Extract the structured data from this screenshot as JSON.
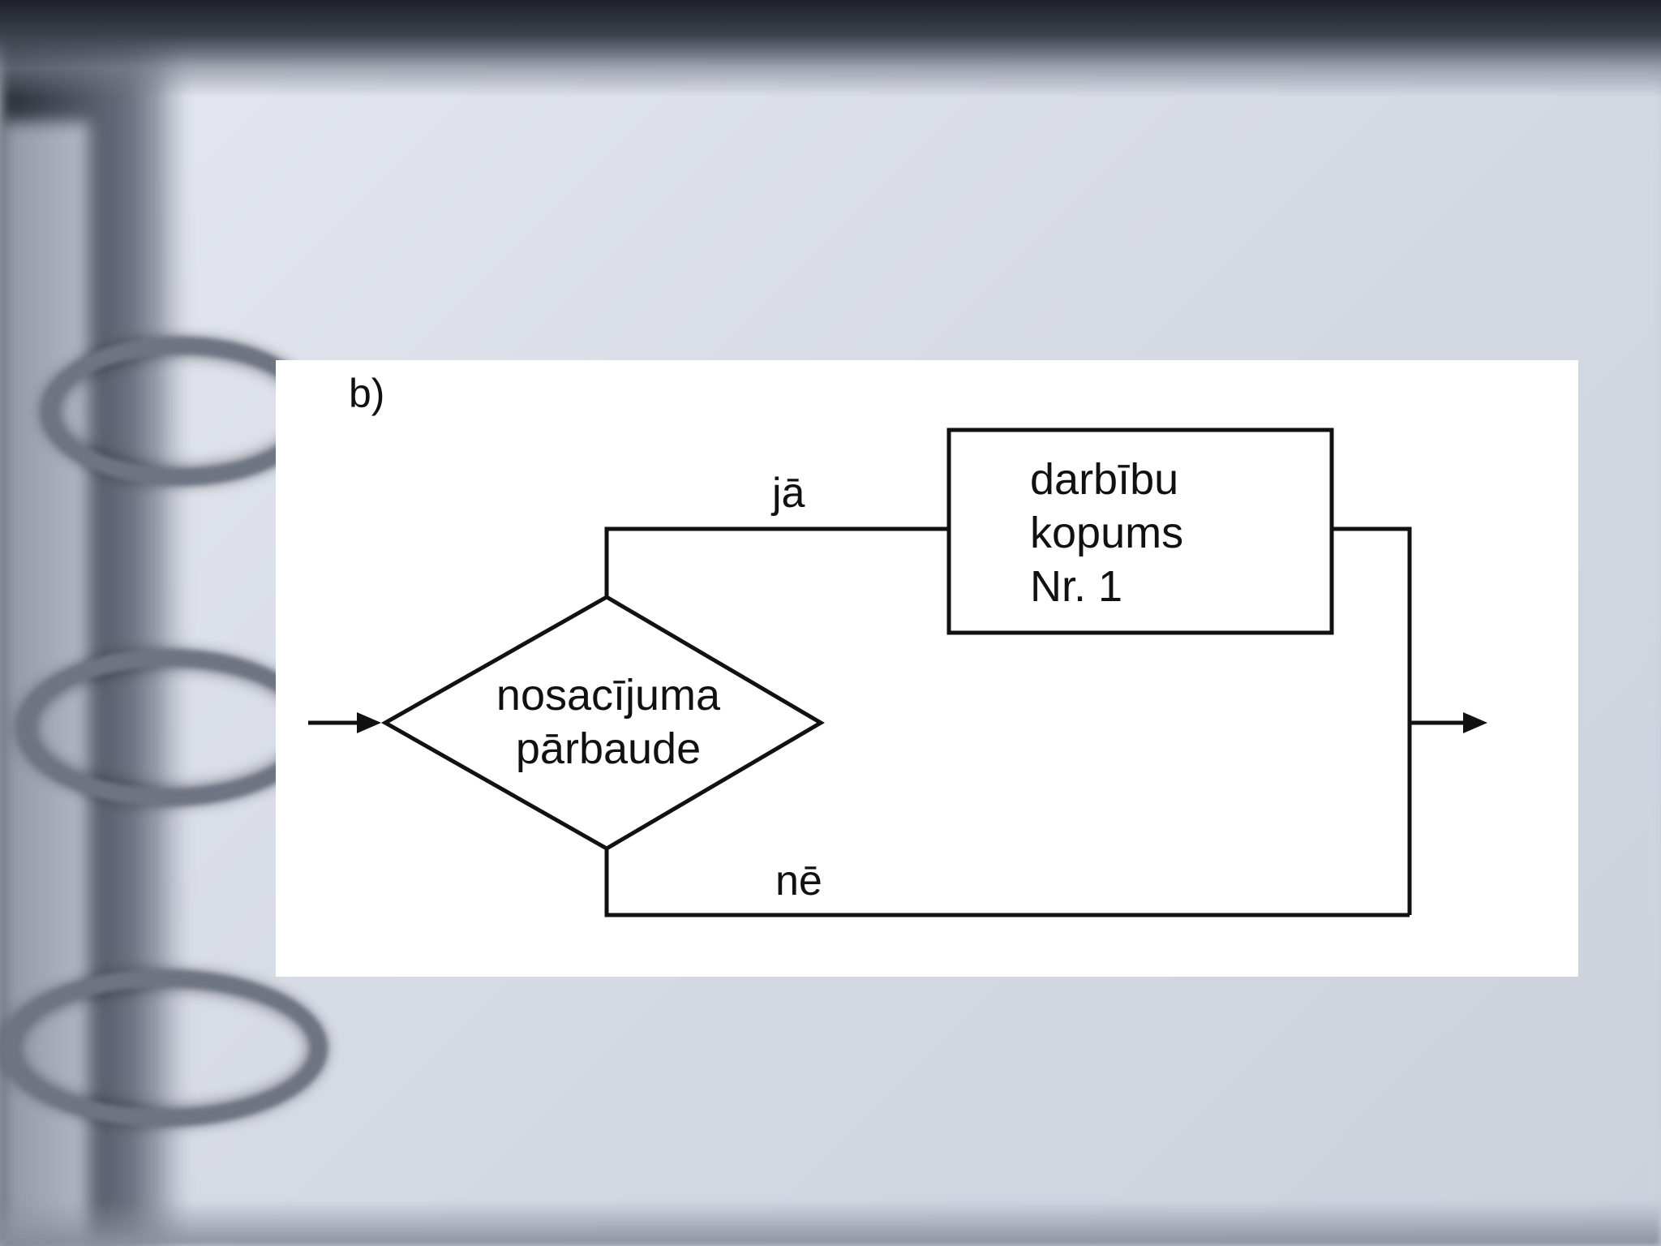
{
  "diagram": {
    "panel_label": "b)",
    "decision": {
      "lines": [
        "nosacījuma",
        "pārbaude"
      ]
    },
    "action": {
      "lines": [
        "darbību",
        "kopums",
        "Nr. 1"
      ]
    },
    "branch_yes": "jā",
    "branch_no": "nē",
    "line_color": "#111111",
    "panel_color": "#ffffff"
  }
}
